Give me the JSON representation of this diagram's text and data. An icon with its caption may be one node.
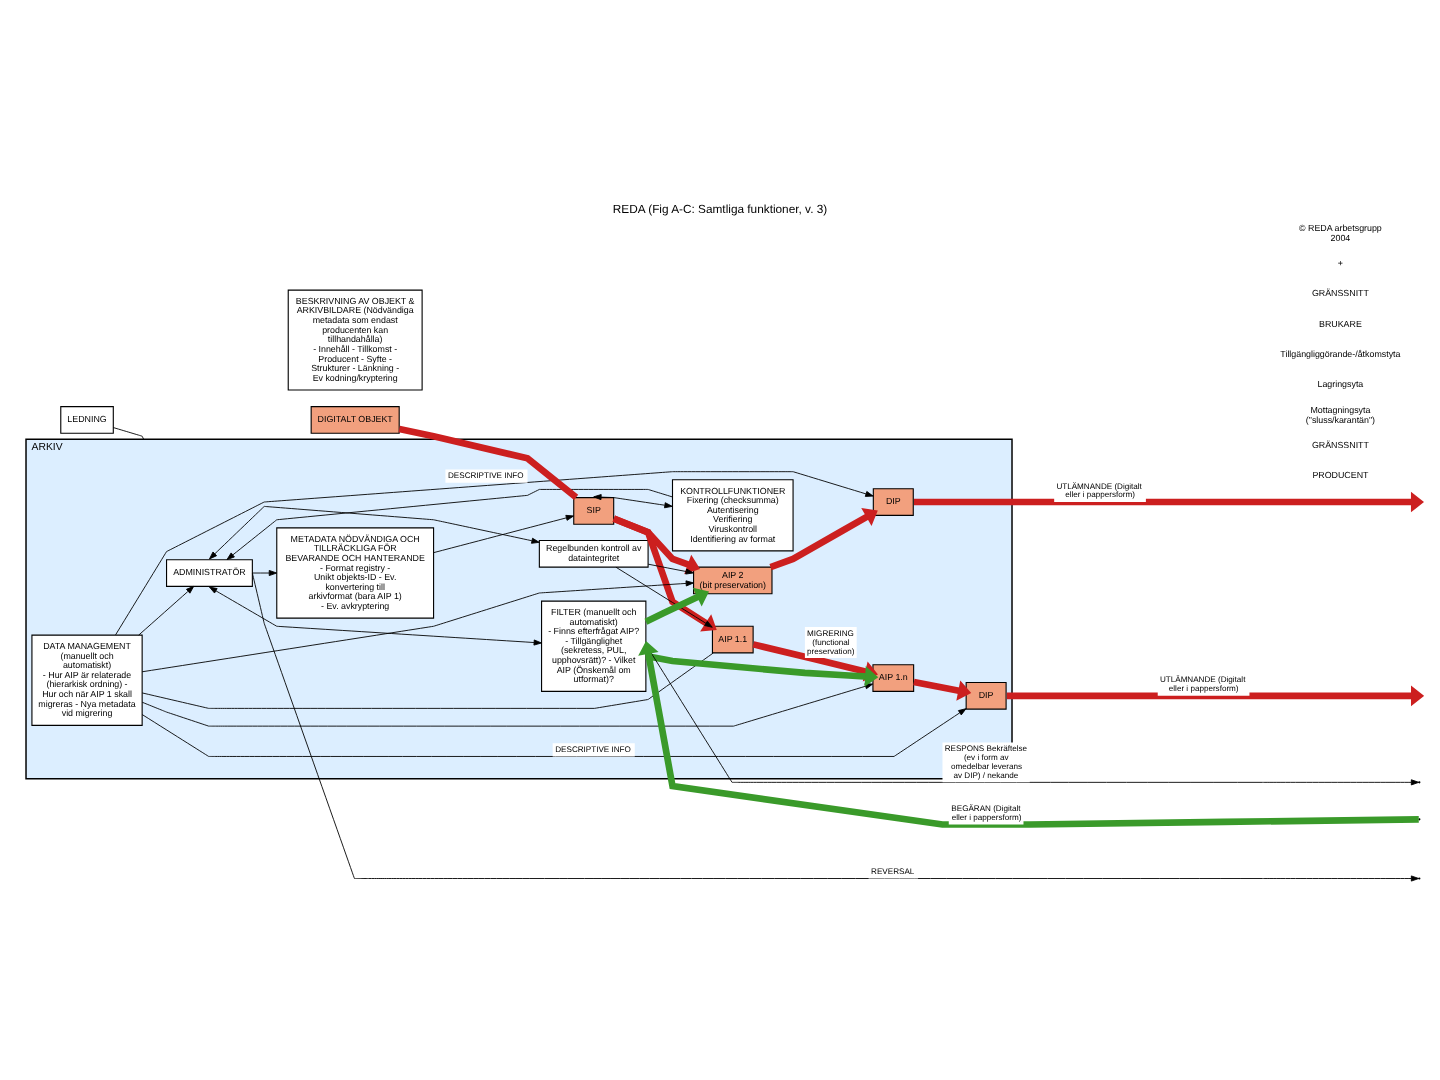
{
  "diagram": {
    "title": "REDA (Fig A-C: Samtliga funktioner, v. 3)",
    "nodes": [
      {
        "text": [
          "LEDNING"
        ]
      },
      {
        "text": [
          "ARKIV"
        ]
      },
      {
        "text": [
          "ADMINISTRATÖR"
        ],
        "in": 1
      },
      {
        "text": [
          "METADATA NÖDVÄNDIGA OCH TILLRÄCKLIGA FÖR BEVARANDE OCH HANTERANDE",
          "- Format registry - Unikt objekts-ID - Ev. konvertering till arkivformat (bara AIP 1) - Ev. avkryptering"
        ],
        "in": 1
      },
      {
        "text": [
          "DIGITALT OBJEKT"
        ]
      },
      {
        "text": [
          "SIP"
        ],
        "in": 1
      },
      {
        "text": [
          "BESKRIVNING AV OBJEKT & ARKIVBILDARE (Nödvändiga metadata som endast producenten kan tillhandahålla)",
          "- Innehåll - Tillkomst - Producent - Syfte - Strukturer - Länkning - Ev kodning/kryptering"
        ]
      },
      {
        "text": [
          "KONTROLLFUNKTIONER",
          "Fixering (checksumma) Autentisering Verifiering Viruskontroll Identifiering av format"
        ],
        "in": 1
      },
      {
        "text": [
          "AIP 1.1"
        ],
        "in": 1
      },
      {
        "text": [
          "AIP 1.n"
        ],
        "in": 1
      },
      {
        "text": [
          "Regelbunden kontroll av dataintegritet"
        ],
        "in": 1
      },
      {
        "text": [
          "DATA MANAGEMENT (manuellt och automatiskt)",
          "- Hur AIP är relaterade (hierarkisk ordning) - Hur och när AIP 1 skall migreras - Nya metadata vid migrering"
        ],
        "in": 1
      },
      {
        "text": [
          "AIP 2",
          "(bit preservation)"
        ],
        "in": 1
      },
      {
        "text": [
          "DIP"
        ],
        "in": 1
      },
      {
        "text": [
          "FILTER (manuellt och automatiskt)",
          "- Finns efterfrågat AIP? - Tillgänglighet (sekretess, PUL, upphovsrätt)? - Vilket AIP (Önskemål om utformat)?"
        ],
        "in": 1
      },
      {
        "text": [
          "DIP"
        ],
        "in": 1
      }
    ],
    "edges": [
      {
        "from": 0,
        "to": 1,
        "arrow": "none"
      },
      {
        "from": 2,
        "to": 3,
        "arrow": "to"
      },
      {
        "from": 3,
        "to": 5,
        "arrow": "to"
      },
      {
        "from": 7,
        "to": 2,
        "arrow": "to"
      },
      {
        "from": 2,
        "to": null,
        "arrow": "to",
        "label": "REVERSAL"
      },
      {
        "from": 4,
        "to": 5,
        "arrow": "none",
        "style": "thick",
        "color": "#cc1f1f"
      },
      {
        "from": 5,
        "to": 7,
        "arrow": "both"
      },
      {
        "from": 5,
        "to": 8,
        "arrow": "to",
        "style": "thick",
        "color": "#cc1f1f"
      },
      {
        "from": 5,
        "to": 12,
        "arrow": "to",
        "style": "thick",
        "color": "#cc1f1f"
      },
      {
        "from": 8,
        "to": 9,
        "arrow": "to",
        "label": "MIGRERING (functional preservation)",
        "style": "thick",
        "color": "#cc1f1f"
      },
      {
        "from": 9,
        "to": 13,
        "arrow": "to",
        "style": "thick",
        "color": "#cc1f1f"
      },
      {
        "from": 13,
        "to": null,
        "arrow": "to",
        "label": "UTLÄMNANDE (Digitalt eller i pappersform)",
        "style": "thick",
        "color": "#cc1f1f"
      },
      {
        "from": 12,
        "to": 15,
        "arrow": "to",
        "style": "thick",
        "color": "#cc1f1f"
      },
      {
        "from": 15,
        "to": null,
        "arrow": "to",
        "label": "UTLÄMNANDE (Digitalt eller i pappersform)",
        "style": "thick",
        "color": "#cc1f1f"
      },
      {
        "from": 2,
        "to": 10,
        "arrow": "both"
      },
      {
        "from": 11,
        "to": 2,
        "arrow": "to"
      },
      {
        "from": 2,
        "to": 14,
        "arrow": "both"
      },
      {
        "from": 10,
        "to": 8,
        "arrow": "to"
      },
      {
        "from": 10,
        "to": 12,
        "arrow": "to"
      },
      {
        "from": 11,
        "to": 8,
        "arrow": "none"
      },
      {
        "from": 11,
        "to": 12,
        "arrow": "to"
      },
      {
        "from": 11,
        "to": 9,
        "arrow": "to"
      },
      {
        "from": 11,
        "to": 13,
        "arrow": "to",
        "label": "DESCRIPTIVE INFO"
      },
      {
        "from": 11,
        "to": 15,
        "arrow": "to",
        "label": "DESCRIPTIVE INFO"
      },
      {
        "from": 14,
        "to": 9,
        "arrow": "to",
        "style": "thick",
        "color": "#3a9a2a"
      },
      {
        "from": 14,
        "to": 12,
        "arrow": "to",
        "style": "thick",
        "color": "#3a9a2a"
      },
      {
        "from": null,
        "to": 14,
        "arrow": "to",
        "label": "BEGÄRAN (Digitalt eller i pappersform)",
        "style": "thick",
        "color": "#3a9a2a"
      },
      {
        "from": 14,
        "to": null,
        "arrow": "to",
        "label": "RESPONS Bekräftelse (ev i form av omedelbar leverans av DIP) / nekande"
      }
    ],
    "labels": [
      "PRODUCENT",
      "GRÄNSSNITT",
      "Mottagningsyta (\"sluss/karantän\")",
      "Lagringsyta",
      "Tillgängliggörande-/åtkomstyta",
      "BRUKARE",
      "GRÄNSSNITT",
      "+",
      "© REDA arbetsgrupp 2004"
    ]
  }
}
